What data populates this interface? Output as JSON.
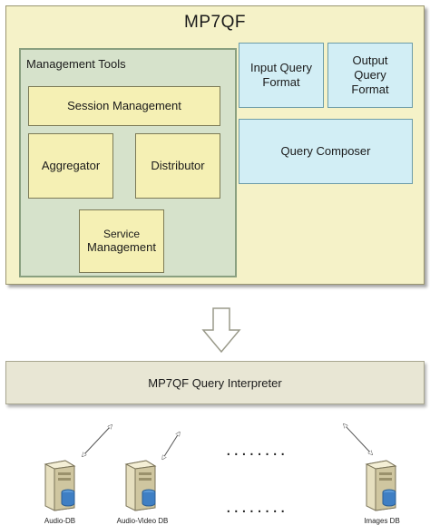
{
  "mp7qf": {
    "title": "MP7QF",
    "management_tools": {
      "title": "Management Tools",
      "session_management": "Session Management",
      "aggregator": "Aggregator",
      "distributor": "Distributor",
      "service_management_line1": "Service",
      "service_management_line2": "Management"
    },
    "input_query_format_line1": "Input Query",
    "input_query_format_line2": "Format",
    "output_query_format_line1": "Output",
    "output_query_format_line2": "Query",
    "output_query_format_line3": "Format",
    "query_composer": "Query Composer"
  },
  "interpreter": {
    "label": "MP7QF Query Interpreter"
  },
  "ellipsis": "........",
  "databases": [
    {
      "label": "Audio-DB"
    },
    {
      "label": "Audio-Video DB"
    },
    {
      "label": "Images DB"
    }
  ],
  "colors": {
    "outer_fill": "#f5f2c8",
    "mgmt_fill": "#d6e2cb",
    "yellow_box": "#f5f0b4",
    "cyan_box": "#d2eef5",
    "interpreter_fill": "#e8e6d4"
  }
}
